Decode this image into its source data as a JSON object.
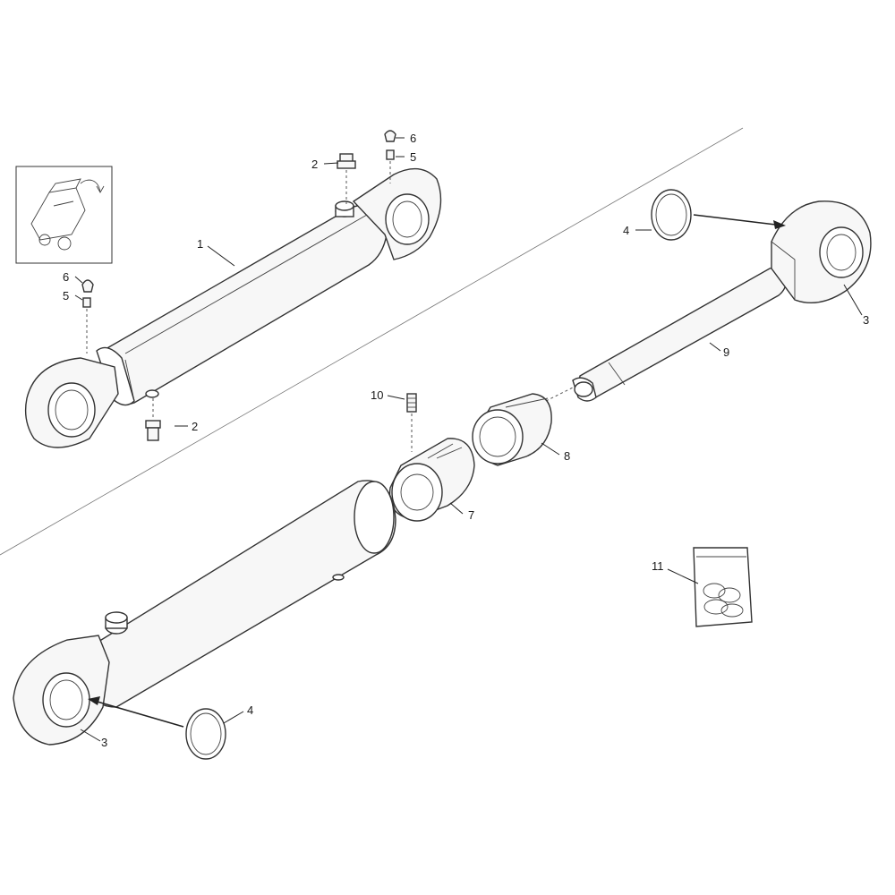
{
  "callouts": {
    "c1": "1",
    "c2_top": "2",
    "c2_bottom": "2",
    "c3_right": "3",
    "c3_left": "3",
    "c4_right": "4",
    "c4_left": "4",
    "c5_top": "5",
    "c5_left": "5",
    "c6_top": "6",
    "c6_left": "6",
    "c7": "7",
    "c8": "8",
    "c9": "9",
    "c10": "10",
    "c11": "11"
  },
  "colors": {
    "line": "#333333",
    "fill": "#f7f7f7",
    "background": "#ffffff"
  }
}
